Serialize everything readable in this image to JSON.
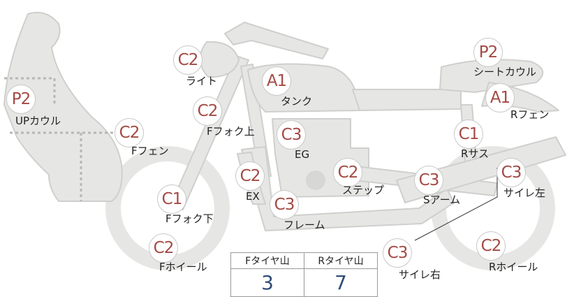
{
  "parts": [
    {
      "id": "light",
      "grade": "C2",
      "label": "ライト"
    },
    {
      "id": "tank",
      "grade": "A1",
      "label": "タンク"
    },
    {
      "id": "seat-cowl",
      "grade": "P2",
      "label": "シートカウル"
    },
    {
      "id": "up-cowl",
      "grade": "P2",
      "label": "UPカウル"
    },
    {
      "id": "front-fork-upper",
      "grade": "C2",
      "label": "Fフォク上"
    },
    {
      "id": "rear-fender",
      "grade": "A1",
      "label": "Rフェン"
    },
    {
      "id": "front-fender",
      "grade": "C2",
      "label": "Fフェン"
    },
    {
      "id": "engine",
      "grade": "C3",
      "label": "EG"
    },
    {
      "id": "rear-suspension",
      "grade": "C1",
      "label": "Rサス"
    },
    {
      "id": "exhaust",
      "grade": "C2",
      "label": "EX"
    },
    {
      "id": "step",
      "grade": "C2",
      "label": "ステップ"
    },
    {
      "id": "swing-arm",
      "grade": "C3",
      "label": "Sアーム"
    },
    {
      "id": "silencer-left",
      "grade": "C3",
      "label": "サイレ左"
    },
    {
      "id": "front-fork-lower",
      "grade": "C1",
      "label": "Fフォク下"
    },
    {
      "id": "frame",
      "grade": "C3",
      "label": "フレーム"
    },
    {
      "id": "silencer-right",
      "grade": "C3",
      "label": "サイレ右"
    },
    {
      "id": "front-wheel",
      "grade": "C2",
      "label": "Fホイール"
    },
    {
      "id": "rear-wheel",
      "grade": "C2",
      "label": "Rホイール"
    }
  ],
  "tire_table": {
    "front_header": "Fタイヤ山",
    "rear_header": "Rタイヤ山",
    "front_value": "3",
    "rear_value": "7"
  },
  "colors": {
    "badge_text": "#a44a44",
    "tire_value": "#2f4d78",
    "body_fill": "#e6e6e4",
    "body_stroke": "#cfcfcd"
  }
}
